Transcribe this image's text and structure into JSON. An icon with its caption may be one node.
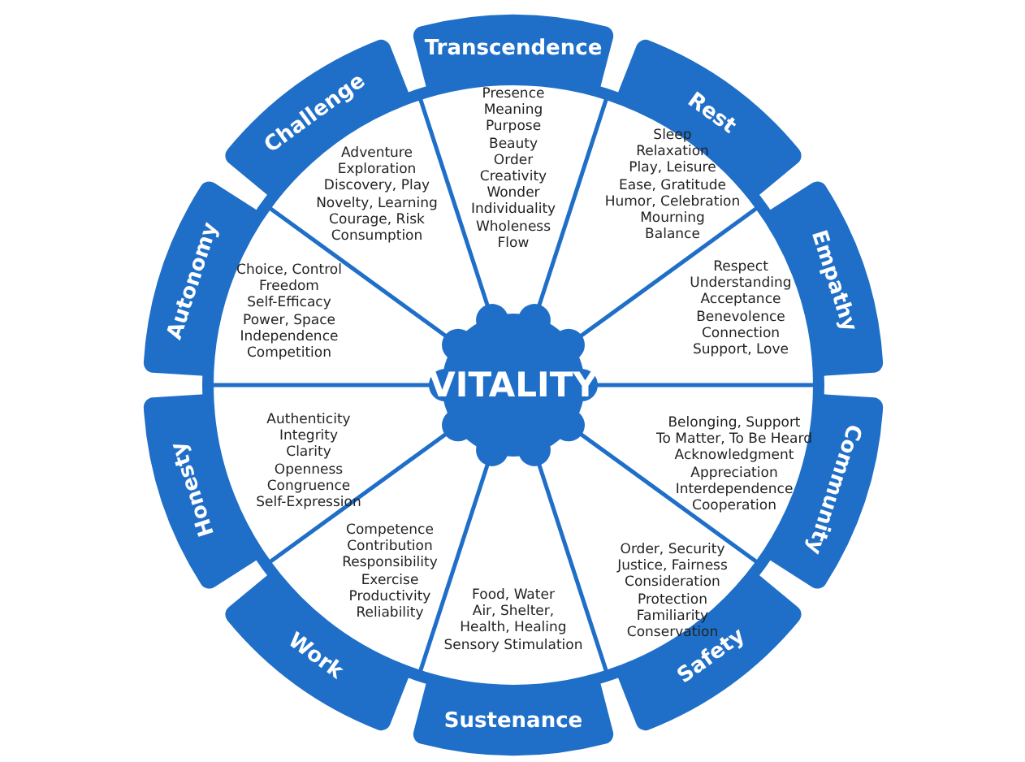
{
  "diagram": {
    "nodes": [
      {
        "text": [
          "VITALITY"
        ]
      },
      {
        "text": [
          "Transcendence",
          "Presence",
          "Meaning",
          "Purpose",
          "Beauty",
          "Order",
          "Creativity",
          "Wonder",
          "Individuality",
          "Wholeness",
          "Flow"
        ]
      },
      {
        "text": [
          "Rest",
          "Sleep",
          "Relaxation",
          "Play, Leisure",
          "Ease, Gratitude",
          "Humor, Celebration",
          "Mourning",
          "Balance"
        ]
      },
      {
        "text": [
          "Empathy",
          "Respect",
          "Understanding",
          "Acceptance",
          "Benevolence",
          "Connection",
          "Support, Love"
        ]
      },
      {
        "text": [
          "Community",
          "Belonging, Support",
          "To Matter, To Be Heard",
          "Acknowledgment",
          "Appreciation",
          "Interdependence",
          "Cooperation"
        ]
      },
      {
        "text": [
          "Safety",
          "Order, Security",
          "Justice, Fairness",
          "Consideration",
          "Protection",
          "Familiarity",
          "Conservation"
        ]
      },
      {
        "text": [
          "Sustenance",
          "Food, Water",
          "Air, Shelter,",
          "Health, Healing",
          "Sensory Stimulation"
        ]
      },
      {
        "text": [
          "Work",
          "Competence",
          "Contribution",
          "Responsibility",
          "Exercise",
          "Productivity",
          "Reliability"
        ]
      },
      {
        "text": [
          "Honesty",
          "Authenticity",
          "Integrity",
          "Clarity",
          "Openness",
          "Congruence",
          "Self-Expression"
        ]
      },
      {
        "text": [
          "Autonomy",
          "Choice, Control",
          "Freedom",
          "Self-Efficacy",
          "Power, Space",
          "Independence",
          "Competition"
        ]
      },
      {
        "text": [
          "Challenge",
          "Adventure",
          "Exploration",
          "Discovery, Play",
          "Novelty, Learning",
          "Courage, Risk",
          "Consumption"
        ]
      }
    ]
  }
}
